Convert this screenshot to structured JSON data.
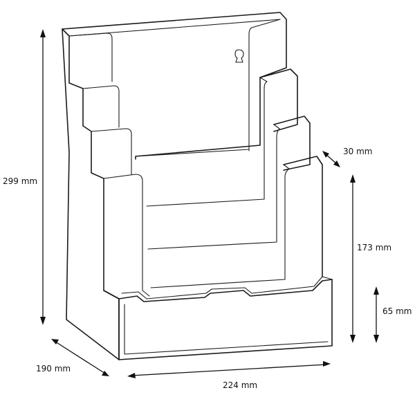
{
  "dimensions": {
    "height_total": "299 mm",
    "depth": "190 mm",
    "width": "224 mm",
    "pocket_depth": "30 mm",
    "tier_height": "173 mm",
    "front_height": "65 mm"
  },
  "colors": {
    "stroke": "#1a1a1a",
    "background": "#ffffff"
  }
}
